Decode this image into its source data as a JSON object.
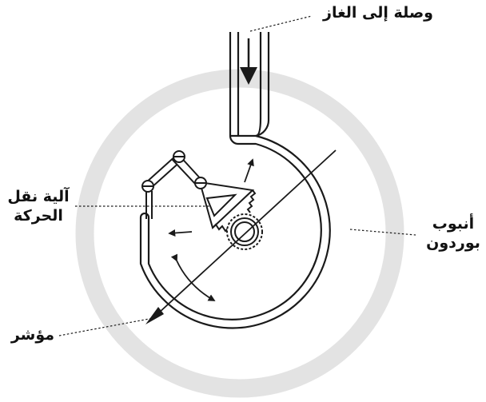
{
  "labels": {
    "gas_connection": "وصلة إلى الغاز",
    "transmission_mechanism_line1": "آلية نقل",
    "transmission_mechanism_line2": "الحركة",
    "bourdon_tube_line1": "أنبوب",
    "bourdon_tube_line2": "بوردون",
    "pointer": "مؤشر"
  },
  "colors": {
    "outline": "#1a1a1a",
    "gauge_ring": "#e3e3e3",
    "background": "#ffffff"
  }
}
